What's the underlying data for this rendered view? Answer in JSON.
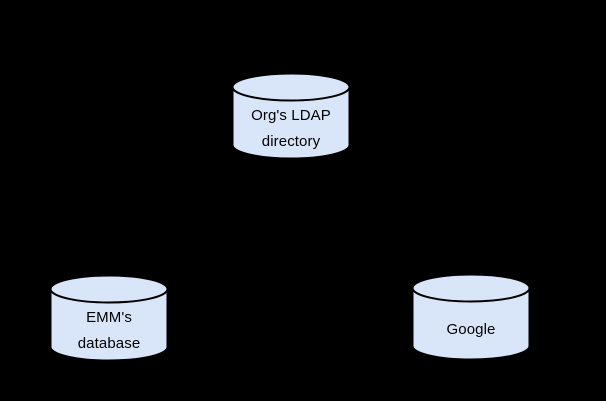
{
  "diagram": {
    "background_color": "#000000",
    "node_shape": "database-cylinder",
    "node_fill": "#d9e5f8",
    "node_stroke": "#000000",
    "text_color": "#000000",
    "nodes": [
      {
        "id": "ldap-directory",
        "label": "Org's LDAP directory",
        "position": "top-center"
      },
      {
        "id": "emm-database",
        "label": "EMM's database",
        "position": "bottom-left"
      },
      {
        "id": "google",
        "label": "Google",
        "position": "bottom-right"
      }
    ]
  }
}
